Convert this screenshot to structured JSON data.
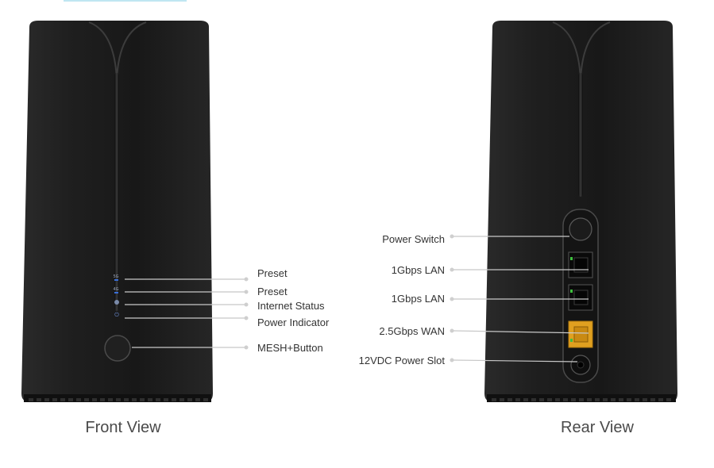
{
  "front": {
    "caption": "Front View",
    "labels": {
      "preset_1": "Preset",
      "preset_2": "Preset",
      "internet_status": "Internet Status",
      "power_indicator": "Power Indicator",
      "mesh_button": "MESH+Button"
    },
    "led_marks": {
      "top": "5G",
      "second": "4G"
    }
  },
  "rear": {
    "caption": "Rear View",
    "labels": {
      "power_switch": "Power Switch",
      "lan_1": "1Gbps LAN",
      "lan_2": "1Gbps LAN",
      "wan": "2.5Gbps WAN",
      "power_slot": "12VDC Power Slot"
    }
  },
  "colors": {
    "body": "#1c1c1c",
    "body_edge": "#2b2b2b",
    "led_blue": "#3a6fd8",
    "wan_port": "#e0a020",
    "port_green": "#3fbf3f"
  }
}
